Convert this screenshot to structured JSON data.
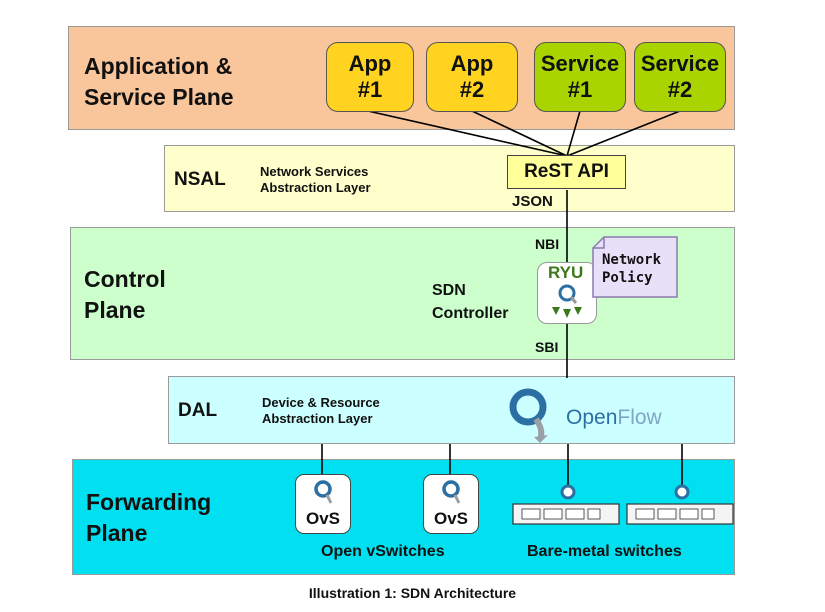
{
  "planes": {
    "application": {
      "line1": "Application &",
      "line2": "Service Plane"
    },
    "nsal": {
      "label": "NSAL",
      "desc1": "Network Services",
      "desc2": "Abstraction Layer"
    },
    "control": {
      "line1": "Control",
      "line2": "Plane",
      "sdn1": "SDN",
      "sdn2": "Controller"
    },
    "dal": {
      "label": "DAL",
      "desc1": "Device & Resource",
      "desc2": "Abstraction Layer"
    },
    "forwarding": {
      "line1": "Forwarding",
      "line2": "Plane"
    }
  },
  "apps": [
    {
      "line1": "App",
      "line2": "#1"
    },
    {
      "line1": "App",
      "line2": "#2"
    },
    {
      "line1": "Service",
      "line2": "#1"
    },
    {
      "line1": "Service",
      "line2": "#2"
    }
  ],
  "rest_api": "ReST API",
  "json_label": "JSON",
  "nbi_label": "NBI",
  "sbi_label": "SBI",
  "ryu_label": "RYU",
  "network_policy": {
    "line1": "Network",
    "line2": "Policy"
  },
  "openflow": {
    "part1": "Open",
    "part2": "Flow"
  },
  "ovs_label": "OvS",
  "open_vswitches_label": "Open vSwitches",
  "bare_metal_label": "Bare-metal switches",
  "caption": "Illustration 1: SDN Architecture",
  "colors": {
    "application_plane": "#f9c59a",
    "nsal": "#ffffcc",
    "control_plane": "#ccffcc",
    "dal": "#ccffff",
    "forwarding_plane": "#00e0f0",
    "app_box": "#ffd320",
    "service_box": "#aad400",
    "ryu_green": "#3a7a1a",
    "openflow_blue": "#2b6fa3"
  }
}
